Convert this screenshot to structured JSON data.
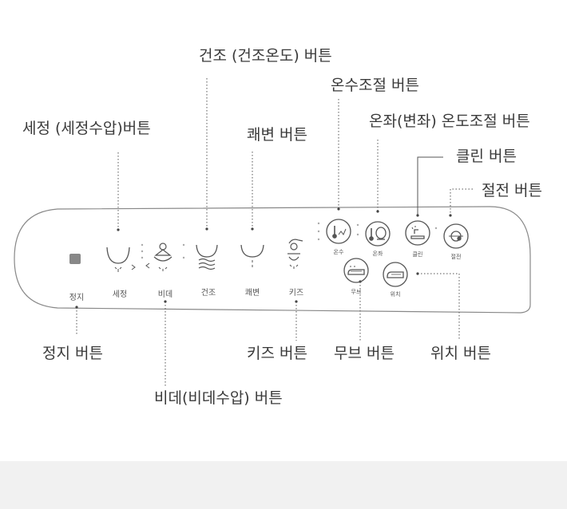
{
  "callouts": {
    "dry": "건조 (건조온도) 버튼",
    "water_temp": "온수조절 버튼",
    "wash": "세정 (세정수압)버튼",
    "seat_temp": "온좌(변좌) 온도조절 버튼",
    "bowel": "쾌변 버튼",
    "clean": "클린 버튼",
    "power_save": "절전 버튼",
    "stop": "정지 버튼",
    "kids": "키즈 버튼",
    "move": "무브 버튼",
    "position": "위치 버튼",
    "bidet": "비데(비데수압) 버튼"
  },
  "panel": {
    "stop": "정지",
    "wash": "세정",
    "bidet": "비데",
    "dry": "건조",
    "bowel": "쾌변",
    "kids": "키즈",
    "water_temp": "온수",
    "seat_temp": "온좌",
    "clean": "클린",
    "power_save": "절전",
    "move": "무브",
    "position": "위치"
  },
  "colors": {
    "stop_indicator": "#888888",
    "outline": "#777777",
    "leader_line": "#555555",
    "bottom_band": "#f1f1f1"
  }
}
